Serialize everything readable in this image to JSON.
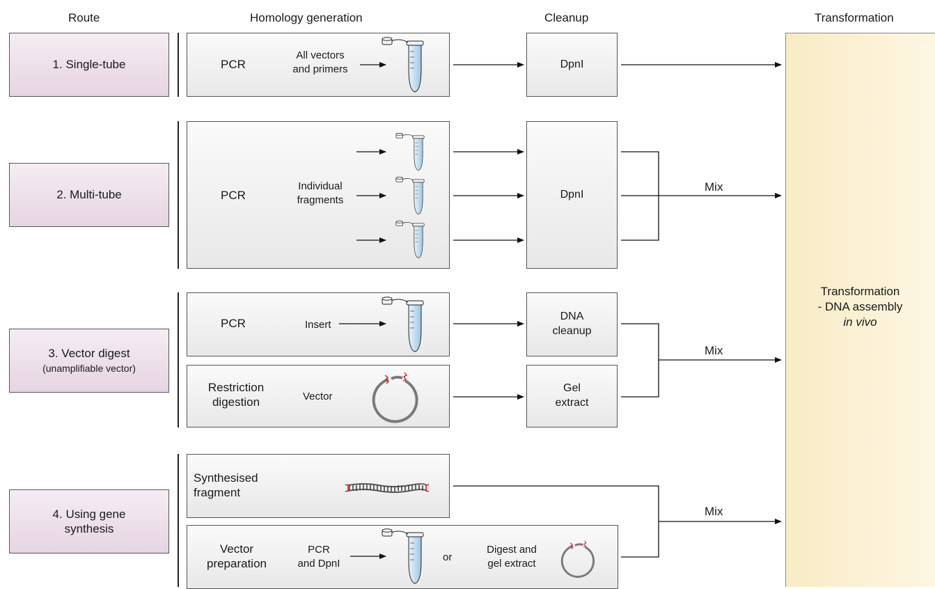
{
  "headers": {
    "route": "Route",
    "homology": "Homology generation",
    "cleanup": "Cleanup",
    "transformation": "Transformation"
  },
  "routes": [
    {
      "label": "1. Single-tube",
      "sublabel": ""
    },
    {
      "label": "2. Multi-tube",
      "sublabel": ""
    },
    {
      "label": "3. Vector digest",
      "sublabel": "(unamplifiable vector)"
    },
    {
      "label": "4. Using gene synthesis",
      "sublabel": ""
    }
  ],
  "route4_line1": "4. Using gene",
  "route4_line2": "synthesis",
  "homology": {
    "r1": {
      "method": "PCR",
      "note_line1": "All vectors",
      "note_line2": "and primers"
    },
    "r2": {
      "method": "PCR",
      "note_line1": "Individual",
      "note_line2": "fragments"
    },
    "r3a": {
      "method": "PCR",
      "note": "Insert"
    },
    "r3b": {
      "method_line1": "Restriction",
      "method_line2": "digestion",
      "note": "Vector"
    },
    "r4a": {
      "method_line1": "Synthesised",
      "method_line2": "fragment"
    },
    "r4b": {
      "method_line1": "Vector",
      "method_line2": "preparation",
      "opt1_line1": "PCR",
      "opt1_line2": "and DpnI",
      "or": "or",
      "opt2_line1": "Digest and",
      "opt2_line2": "gel extract"
    }
  },
  "cleanup": {
    "r1": "DpnI",
    "r2": "DpnI",
    "r3a_line1": "DNA",
    "r3a_line2": "cleanup",
    "r3b_line1": "Gel",
    "r3b_line2": "extract"
  },
  "mix_labels": [
    "Mix",
    "Mix",
    "Mix"
  ],
  "transformation": {
    "line1": "Transformation",
    "line2": "- DNA assembly",
    "line3": "in vivo"
  },
  "colors": {
    "route_fill": "#e6d4e2",
    "transform_fill": "#f8ebc5",
    "tube_fill": "#c9e2f2",
    "plasmid": "#7a7a7a",
    "sticky_end": "#d0202a"
  }
}
